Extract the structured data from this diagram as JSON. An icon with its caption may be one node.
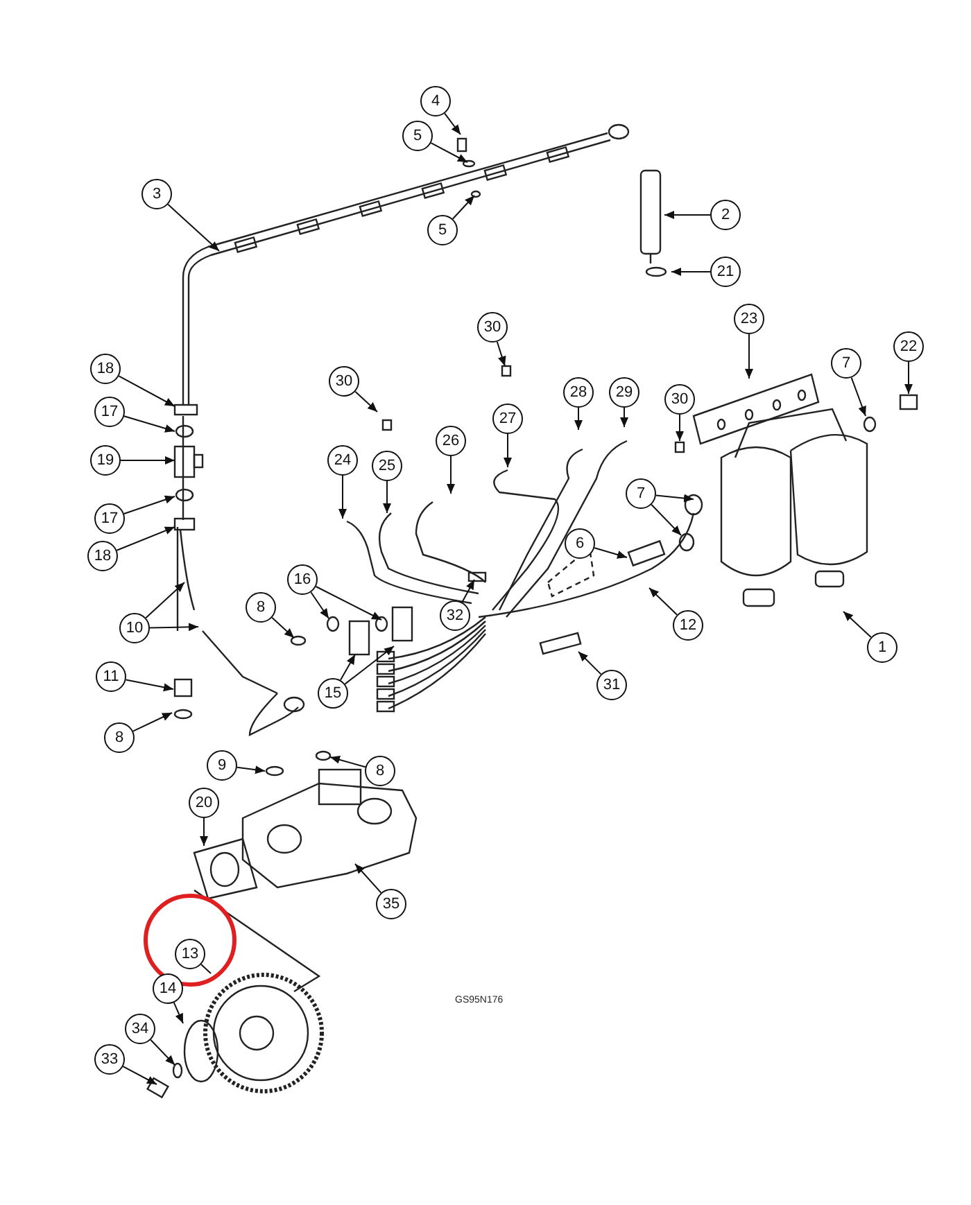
{
  "diagram": {
    "nodes": [
      {
        "text": [
          "4"
        ]
      },
      {
        "text": [
          "5"
        ]
      },
      {
        "text": [
          "5"
        ]
      },
      {
        "text": [
          "3"
        ]
      },
      {
        "text": [
          "2"
        ]
      },
      {
        "text": [
          "21"
        ]
      },
      {
        "text": [
          "23"
        ]
      },
      {
        "text": [
          "22"
        ]
      },
      {
        "text": [
          "7"
        ]
      },
      {
        "text": [
          "30"
        ]
      },
      {
        "text": [
          "30"
        ]
      },
      {
        "text": [
          "27"
        ]
      },
      {
        "text": [
          "28"
        ]
      },
      {
        "text": [
          "29"
        ]
      },
      {
        "text": [
          "30"
        ]
      },
      {
        "text": [
          "24"
        ]
      },
      {
        "text": [
          "25"
        ]
      },
      {
        "text": [
          "26"
        ]
      },
      {
        "text": [
          "18"
        ]
      },
      {
        "text": [
          "17"
        ]
      },
      {
        "text": [
          "19"
        ]
      },
      {
        "text": [
          "17"
        ]
      },
      {
        "text": [
          "18"
        ]
      },
      {
        "text": [
          "7"
        ]
      },
      {
        "text": [
          "6"
        ]
      },
      {
        "text": [
          "10"
        ]
      },
      {
        "text": [
          "16"
        ]
      },
      {
        "text": [
          "32"
        ]
      },
      {
        "text": [
          "12"
        ]
      },
      {
        "text": [
          "1"
        ]
      },
      {
        "text": [
          "8"
        ]
      },
      {
        "text": [
          "11"
        ]
      },
      {
        "text": [
          "8"
        ]
      },
      {
        "text": [
          "15"
        ]
      },
      {
        "text": [
          "31"
        ]
      },
      {
        "text": [
          "9"
        ]
      },
      {
        "text": [
          "8"
        ]
      },
      {
        "text": [
          "20"
        ]
      },
      {
        "text": [
          "35"
        ]
      },
      {
        "text": [
          "13"
        ]
      },
      {
        "text": [
          "14"
        ]
      },
      {
        "text": [
          "34"
        ]
      },
      {
        "text": [
          "33"
        ]
      }
    ],
    "edges": [
      {
        "from": 0,
        "to": null,
        "arrow": "to"
      },
      {
        "from": 1,
        "to": null,
        "arrow": "to"
      },
      {
        "from": 2,
        "to": null,
        "arrow": "to"
      },
      {
        "from": 3,
        "to": null,
        "arrow": "to"
      },
      {
        "from": 4,
        "to": null,
        "arrow": "to"
      },
      {
        "from": 5,
        "to": null,
        "arrow": "to"
      },
      {
        "from": 6,
        "to": null,
        "arrow": "to"
      },
      {
        "from": 7,
        "to": null,
        "arrow": "to"
      },
      {
        "from": 8,
        "to": null,
        "arrow": "to"
      },
      {
        "from": 9,
        "to": null,
        "arrow": "to"
      },
      {
        "from": 10,
        "to": null,
        "arrow": "to"
      },
      {
        "from": 11,
        "to": null,
        "arrow": "to"
      },
      {
        "from": 12,
        "to": null,
        "arrow": "to"
      },
      {
        "from": 13,
        "to": null,
        "arrow": "to"
      },
      {
        "from": 14,
        "to": null,
        "arrow": "to"
      },
      {
        "from": 15,
        "to": null,
        "arrow": "to"
      },
      {
        "from": 16,
        "to": null,
        "arrow": "to"
      },
      {
        "from": 17,
        "to": null,
        "arrow": "to"
      },
      {
        "from": 18,
        "to": null,
        "arrow": "to"
      },
      {
        "from": 19,
        "to": null,
        "arrow": "to"
      },
      {
        "from": 20,
        "to": null,
        "arrow": "to"
      },
      {
        "from": 21,
        "to": null,
        "arrow": "to"
      },
      {
        "from": 22,
        "to": null,
        "arrow": "to"
      },
      {
        "from": 23,
        "to": null,
        "arrow": "to"
      },
      {
        "from": 23,
        "to": null,
        "arrow": "to"
      },
      {
        "from": 24,
        "to": null,
        "arrow": "to"
      },
      {
        "from": 25,
        "to": null,
        "arrow": "to"
      },
      {
        "from": 25,
        "to": null,
        "arrow": "to"
      },
      {
        "from": 26,
        "to": null,
        "arrow": "to"
      },
      {
        "from": 26,
        "to": null,
        "arrow": "to"
      },
      {
        "from": 27,
        "to": null,
        "arrow": "to"
      },
      {
        "from": 28,
        "to": null,
        "arrow": "to"
      },
      {
        "from": 29,
        "to": null,
        "arrow": "to"
      },
      {
        "from": 30,
        "to": null,
        "arrow": "to"
      },
      {
        "from": 31,
        "to": null,
        "arrow": "to"
      },
      {
        "from": 32,
        "to": null,
        "arrow": "to"
      },
      {
        "from": 33,
        "to": null,
        "arrow": "to"
      },
      {
        "from": 33,
        "to": null,
        "arrow": "to"
      },
      {
        "from": 34,
        "to": null,
        "arrow": "to"
      },
      {
        "from": 35,
        "to": null,
        "arrow": "to"
      },
      {
        "from": 36,
        "to": null,
        "arrow": "to"
      },
      {
        "from": 37,
        "to": null,
        "arrow": "to"
      },
      {
        "from": 38,
        "to": null,
        "arrow": "to"
      },
      {
        "from": 39,
        "to": null,
        "arrow": "none"
      },
      {
        "from": 40,
        "to": null,
        "arrow": "to"
      },
      {
        "from": 41,
        "to": null,
        "arrow": "to"
      },
      {
        "from": 42,
        "to": null,
        "arrow": "to"
      }
    ],
    "labels": [
      "GS95N176"
    ]
  }
}
